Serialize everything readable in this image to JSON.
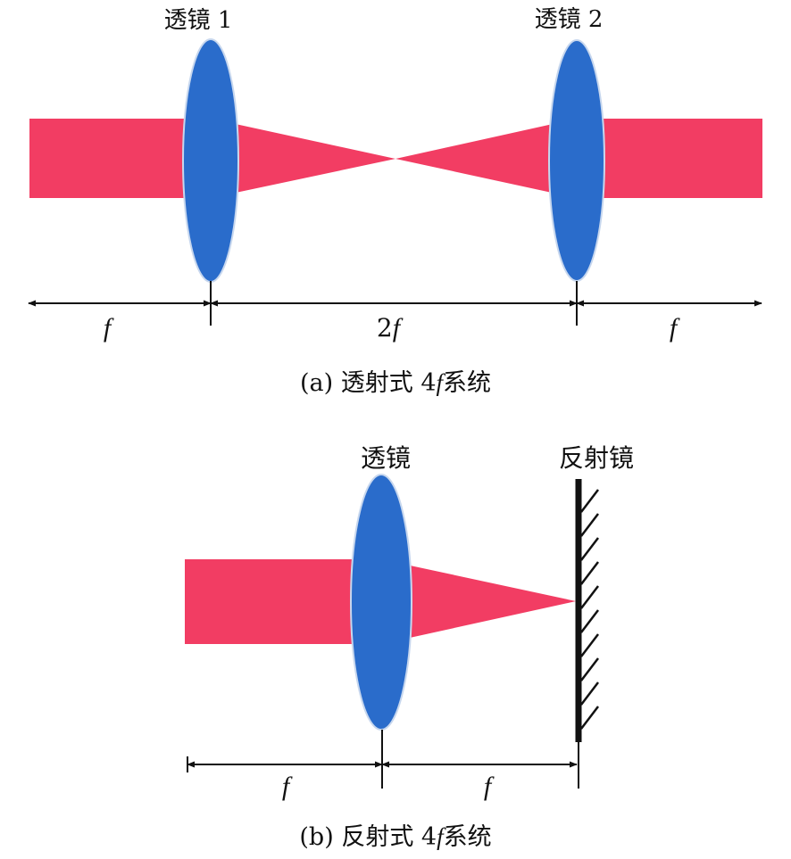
{
  "diagram_a": {
    "lens1_label": "透镜 1",
    "lens2_label": "透镜 2",
    "dim_left": "f",
    "dim_middle_num": "2",
    "dim_middle_var": "f",
    "dim_right": "f",
    "caption_prefix": "(a) 透射式 4",
    "caption_var": "f",
    "caption_suffix": "系统"
  },
  "diagram_b": {
    "lens_label": "透镜",
    "mirror_label": "反射镜",
    "dim_left": "f",
    "dim_right": "f",
    "caption_prefix": "(b) 反射式 4",
    "caption_var": "f",
    "caption_suffix": "系统"
  },
  "colors": {
    "beam": "#f23d63",
    "lens": "#2a6ccb",
    "lens_edge": "#c7d7ee",
    "line": "#111111"
  }
}
